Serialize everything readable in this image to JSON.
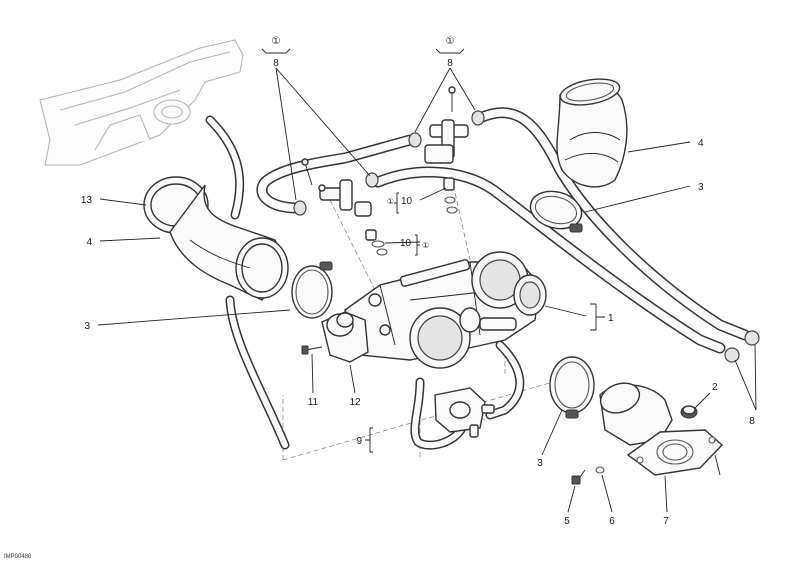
{
  "diagram": {
    "drawing_code": "IMP00480",
    "marker_symbol": "①",
    "callouts": {
      "c1": "1",
      "c2": "2",
      "c3_left": "3",
      "c3_right": "3",
      "c3_bottom": "3",
      "c4_left": "4",
      "c4_right": "4",
      "c5": "5",
      "c6": "6",
      "c7": "7",
      "c8_top_left": "8",
      "c8_top_center": "8",
      "c8_right": "8",
      "c9": "9",
      "c10_upper": "10",
      "c10_lower": "10",
      "c11": "11",
      "c12": "12",
      "c13": "13"
    }
  }
}
